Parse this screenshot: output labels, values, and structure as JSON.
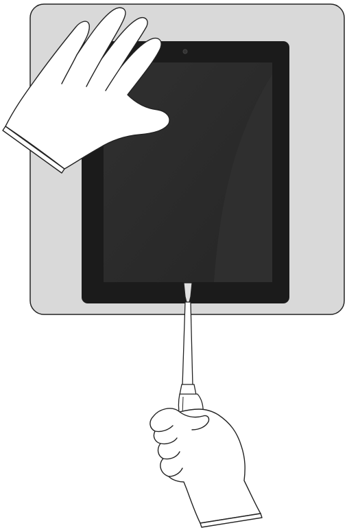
{
  "colors": {
    "mat": "#d9d9d9",
    "outline": "#222222",
    "tablet_body": "#1b1b1b",
    "screen": "#2b2b2b",
    "glove": "#ffffff",
    "tool_tip": "#dddddd"
  },
  "elements": {
    "work_mat": "anti-static-mat",
    "tablet": "tablet-device",
    "camera": "front-camera-icon",
    "left_hand": "gloved-hand-holding-tablet",
    "right_hand": "gloved-hand-holding-tool",
    "tool": "flat-blade-screwdriver"
  }
}
